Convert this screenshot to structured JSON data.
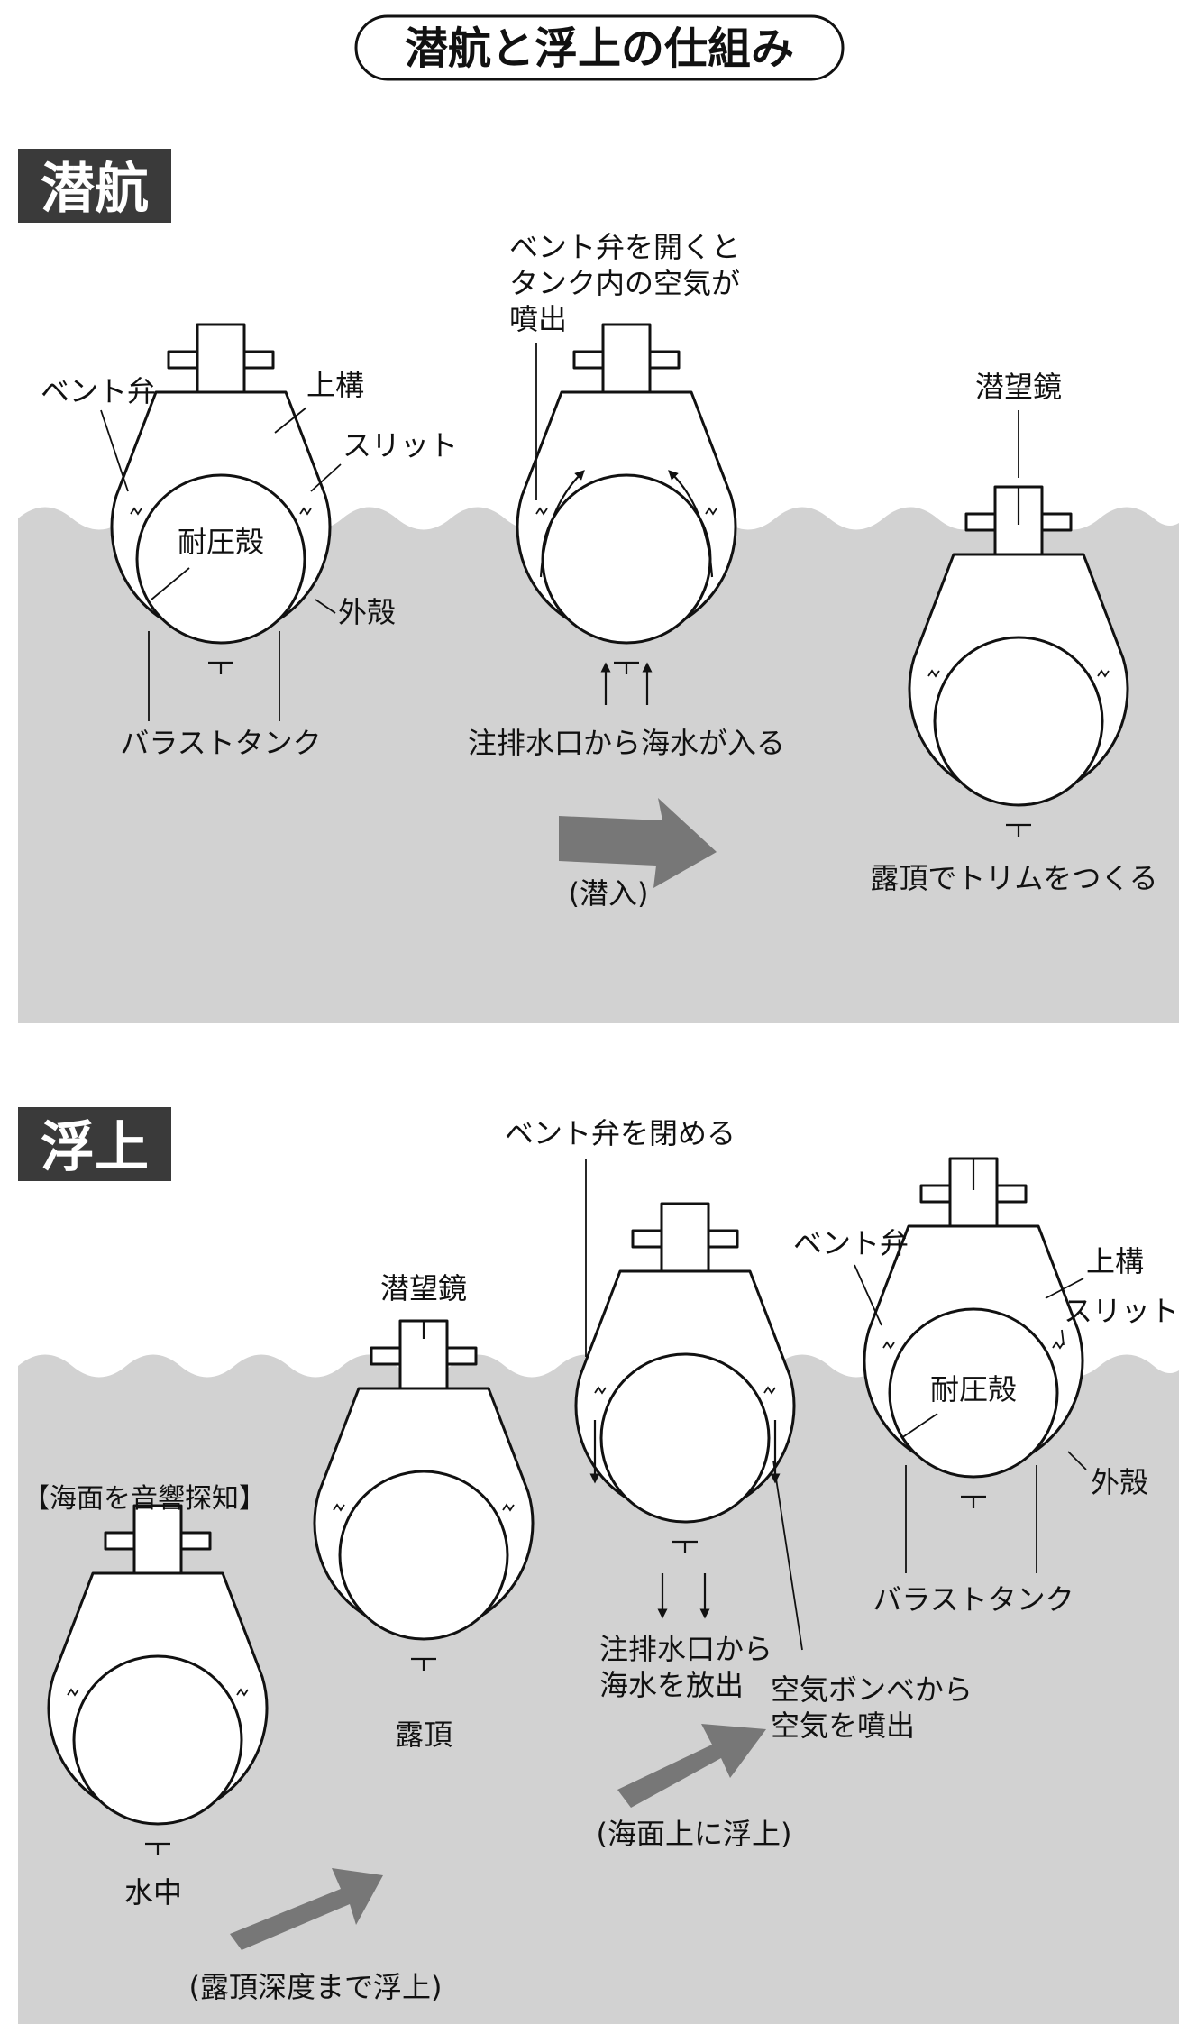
{
  "title": "潜航と浮上の仕組み",
  "colors": {
    "water": "#d2d2d2",
    "ink": "#111111",
    "section_bg": "#3a3a3a",
    "arrow": "#777777",
    "white": "#ffffff"
  },
  "dive": {
    "heading": "潜航",
    "sub1": {
      "vent_valve": "ベント弁",
      "superstructure": "上構",
      "slit": "スリット",
      "pressure_hull": "耐圧殻",
      "outer_hull": "外殻",
      "ballast_tank": "バラストタンク"
    },
    "sub2": {
      "note_line1": "ベント弁を開くと",
      "note_line2": "タンク内の空気が",
      "note_line3": "噴出",
      "water_in": "注排水口から海水が入る"
    },
    "arrow_label": "(潜入)",
    "sub3": {
      "periscope": "潜望鏡",
      "caption": "露頂でトリムをつくる"
    }
  },
  "surface": {
    "heading": "浮上",
    "sub1": {
      "detect": "【海面を音響探知】",
      "caption": "水中"
    },
    "arrow1_label": "(露頂深度まで浮上)",
    "sub2": {
      "periscope": "潜望鏡",
      "caption": "露頂"
    },
    "sub3": {
      "close_vent": "ベント弁を閉める",
      "water_out_line1": "注排水口から",
      "water_out_line2": "海水を放出",
      "air_line1": "空気ボンベから",
      "air_line2": "空気を噴出"
    },
    "arrow2_label": "(海面上に浮上)",
    "sub4": {
      "vent_valve": "ベント弁",
      "superstructure": "上構",
      "slit": "スリット",
      "pressure_hull": "耐圧殻",
      "outer_hull": "外殻",
      "ballast_tank": "バラストタンク"
    }
  }
}
